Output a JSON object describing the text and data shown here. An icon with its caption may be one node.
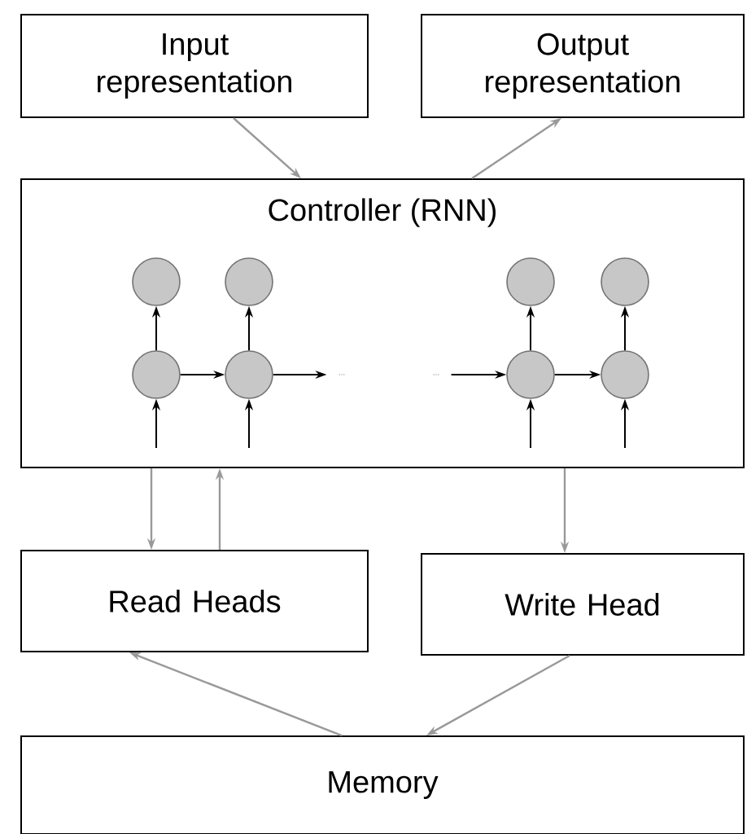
{
  "diagram": {
    "nodes": [
      {
        "text": [
          "Input representation"
        ]
      },
      {
        "text": [
          "Output representation"
        ]
      },
      {
        "text": [
          "Controller (RNN)"
        ]
      },
      {
        "text": [],
        "shape": "circle",
        "in": 2
      },
      {
        "text": [],
        "shape": "circle",
        "in": 2
      },
      {
        "text": [],
        "shape": "circle",
        "in": 2
      },
      {
        "text": [],
        "shape": "circle",
        "in": 2
      },
      {
        "text": [],
        "shape": "circle",
        "in": 2
      },
      {
        "text": [],
        "shape": "circle",
        "in": 2
      },
      {
        "text": [],
        "shape": "circle",
        "in": 2
      },
      {
        "text": [],
        "shape": "circle",
        "in": 2
      },
      {
        "text": [
          "Read Heads"
        ]
      },
      {
        "text": [
          "Write Head"
        ]
      },
      {
        "text": [
          "Memory"
        ]
      },
      {
        "text": [
          "..."
        ],
        "in": 2
      },
      {
        "text": [
          "..."
        ],
        "in": 2
      }
    ],
    "edges": [
      {
        "from": 0,
        "to": 2,
        "arrow": "to",
        "color": "#999999"
      },
      {
        "from": 2,
        "to": 1,
        "arrow": "to",
        "color": "#999999"
      },
      {
        "from": 7,
        "to": 3,
        "arrow": "to"
      },
      {
        "from": 8,
        "to": 4,
        "arrow": "to"
      },
      {
        "from": 9,
        "to": 5,
        "arrow": "to"
      },
      {
        "from": 10,
        "to": 6,
        "arrow": "to"
      },
      {
        "from": 7,
        "to": 8,
        "arrow": "to"
      },
      {
        "from": 8,
        "to": 14,
        "arrow": "to"
      },
      {
        "from": 15,
        "to": 9,
        "arrow": "to"
      },
      {
        "from": 9,
        "to": 10,
        "arrow": "to"
      },
      {
        "from": null,
        "to": 7,
        "arrow": "to"
      },
      {
        "from": null,
        "to": 8,
        "arrow": "to"
      },
      {
        "from": null,
        "to": 9,
        "arrow": "to"
      },
      {
        "from": null,
        "to": 10,
        "arrow": "to"
      },
      {
        "from": 2,
        "to": 11,
        "arrow": "to",
        "color": "#999999"
      },
      {
        "from": 11,
        "to": 2,
        "arrow": "to",
        "color": "#999999"
      },
      {
        "from": 2,
        "to": 12,
        "arrow": "to",
        "color": "#999999"
      },
      {
        "from": 13,
        "to": 11,
        "arrow": "to",
        "color": "#999999"
      },
      {
        "from": 12,
        "to": 13,
        "arrow": "to",
        "color": "#999999"
      }
    ]
  }
}
